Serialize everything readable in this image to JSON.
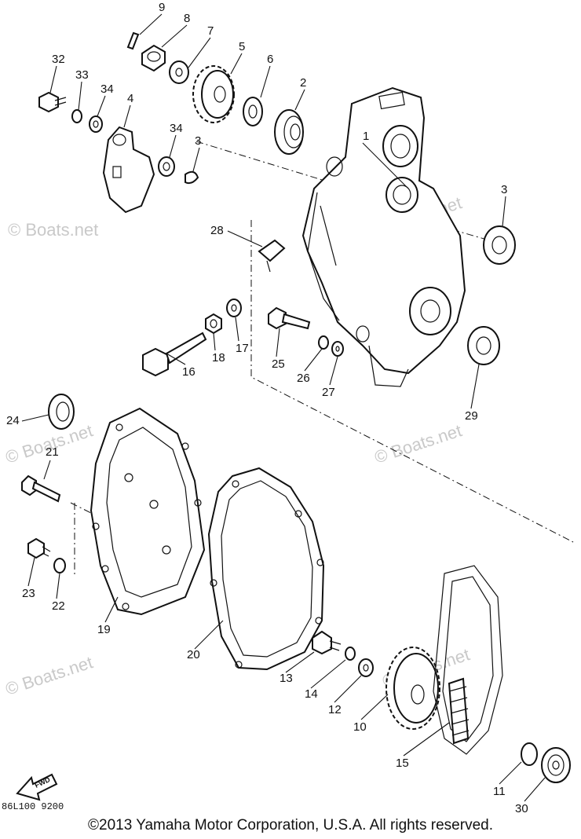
{
  "watermark": "© Boats.net",
  "diagram_code": "86L100 9200",
  "fwd_label": "FWD",
  "copyright": "©2013 Yamaha Motor Corporation, U.S.A. All rights reserved.",
  "callouts": [
    "1",
    "2",
    "3",
    "3",
    "3",
    "4",
    "5",
    "6",
    "7",
    "8",
    "9",
    "10",
    "11",
    "12",
    "13",
    "14",
    "15",
    "16",
    "17",
    "18",
    "19",
    "20",
    "21",
    "22",
    "23",
    "24",
    "25",
    "26",
    "27",
    "28",
    "29",
    "30",
    "32",
    "33",
    "34",
    "34"
  ]
}
